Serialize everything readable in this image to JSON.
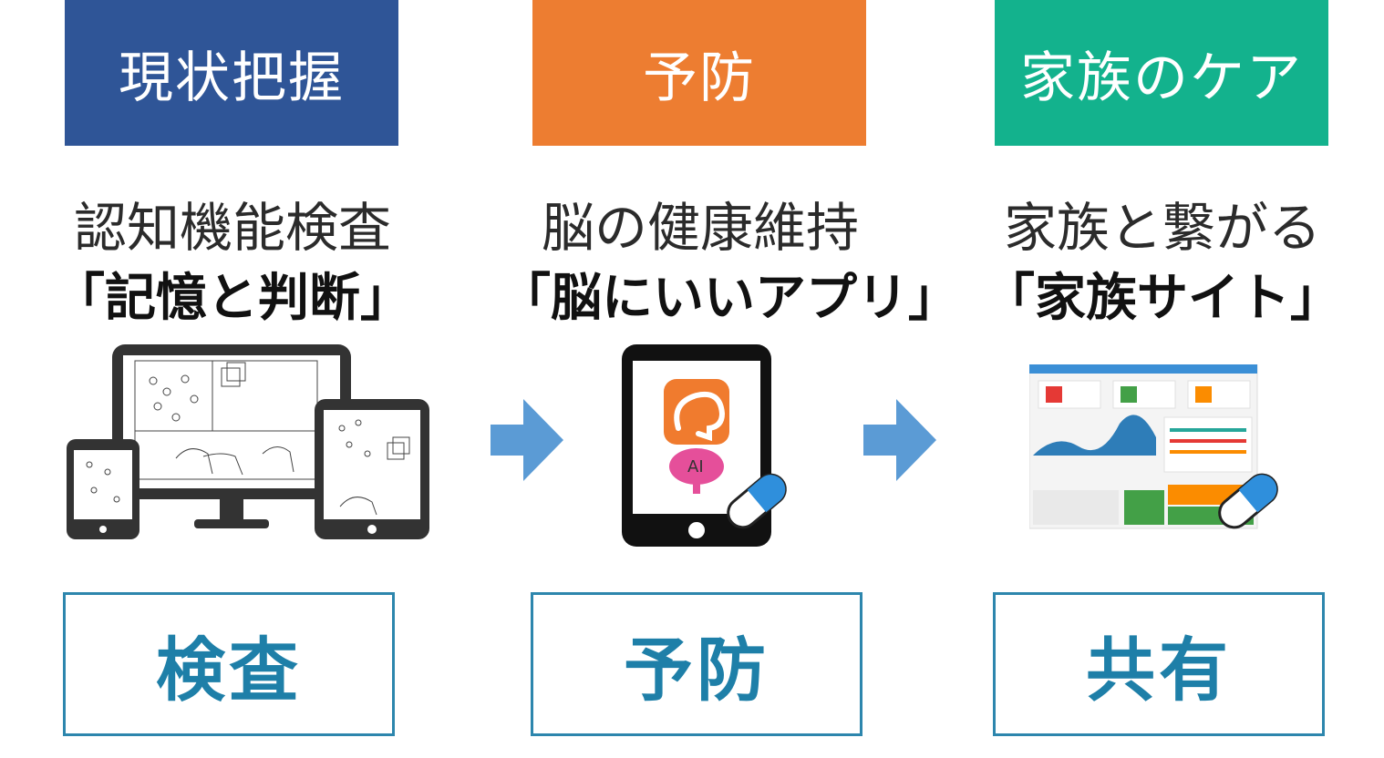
{
  "columns": [
    {
      "header": "現状把握",
      "header_color": "#2f5597",
      "subtitle": "認知機能検査",
      "product": "「記憶と判断」",
      "label": "検査",
      "illustration": "devices-test-sheet-icon"
    },
    {
      "header": "予防",
      "header_color": "#ed7d31",
      "subtitle": "脳の健康維持",
      "product": "「脳にいいアプリ」",
      "label": "予防",
      "illustration": "tablet-brain-app-icon",
      "ai_label": "AI"
    },
    {
      "header": "家族のケア",
      "header_color": "#13b28d",
      "subtitle": "家族と繋がる",
      "product": "「家族サイト」",
      "label": "共有",
      "illustration": "dashboard-site-icon"
    }
  ],
  "colors": {
    "arrow": "#5b9bd5",
    "label_border": "#2d86ad",
    "label_text": "#1e7fa8"
  }
}
